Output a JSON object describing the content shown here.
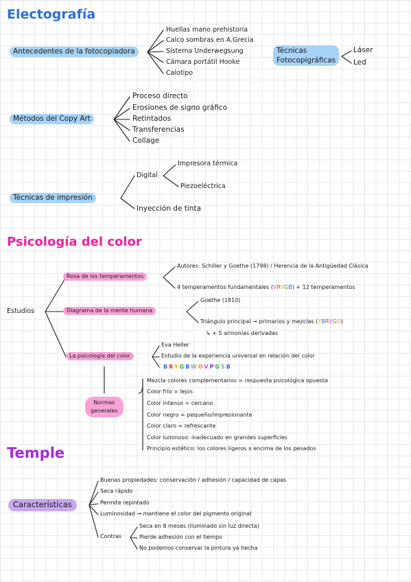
{
  "sections": {
    "electrografia": {
      "title": "Electografía",
      "color": "#2f6fd6",
      "antecedentes": {
        "label": "Antecedentes de la fotocopiadora",
        "items": [
          "Huellas mano prehistoria",
          "Calco sombras en A.Grecia",
          "Sistema Underwegsung",
          "Cámara portátil Hooke",
          "Calotipo"
        ]
      },
      "tecnicas_foto": {
        "label_1": "Técnicas",
        "label_2": "Fotocopigráficas",
        "items": [
          "Láser",
          "Led"
        ]
      },
      "metodos": {
        "label": "Métodos del Copy Art",
        "items": [
          "Proceso directo",
          "Erosiones de signo gráfico",
          "Retintados",
          "Transferencias",
          "Collage"
        ]
      },
      "impresion": {
        "label": "Técnicas de impresión",
        "digital": "Digital",
        "digital_items": [
          "Impresora térmica",
          "Piezoeléctrica"
        ],
        "inyeccion": "Inyección de tinta"
      }
    },
    "psicologia": {
      "title": "Psicología del color",
      "color": "#e5279e",
      "root": "Estudios",
      "rosa": {
        "label": "Rosa de los temperamentos",
        "autores": "Autores: Schiller y Goethe (1798) / Herencia de la Antigüedad Clásica",
        "temp_pre": "4 temperamentos fundamentales (",
        "temp_letters": [
          "V",
          "R",
          "V",
          "G",
          "B"
        ],
        "temp_post": ") + 12 temperamentos"
      },
      "diagrama": {
        "label": "Diagrama de la mente humana",
        "goethe": "Goethe (1810)",
        "tri_pre": "Triángulo principal → primarios y mezclas (",
        "tri_letters": [
          "Y",
          "B",
          "R",
          "V",
          "G",
          "O"
        ],
        "tri_post": ")",
        "armonias": "↳ + 5 armonías derivadas"
      },
      "psicologia_color": {
        "label": "La psicología del color",
        "eva": "Eva Heller",
        "estudio": "Estudio de la experiencia universal en relación del color",
        "letters": [
          "B",
          "R",
          "Y",
          "G",
          "B",
          "W",
          "O",
          "V",
          "P",
          "G",
          "S",
          "B"
        ]
      },
      "normas": {
        "label_1": "Normas",
        "label_2": "generales",
        "items": [
          "Mezcla colores complementarios = respuesta psicológica opuesta",
          "Color frío = lejos",
          "Color intenso = cercano",
          "Color negro = pequeño/impresionante",
          "Color claro = refrescante",
          "Color luminoso: inadecuado en grandes superficies",
          "Principio estético: los colores ligeros x encima de los pesados"
        ]
      }
    },
    "temple": {
      "title": "Temple",
      "color": "#a52bd6",
      "caracteristicas": {
        "label": "Características",
        "items": [
          "Buenas propiedades: conservación / adhesión / capacidad de capas",
          "Seca rápido",
          "Permite repintado",
          "Luminosidad → mantiene el color del pigmento original"
        ],
        "contras": "Contras",
        "contras_items": [
          "Seca en 8 meses (iluminado sin luz directa)",
          "Pierde adhesión con el tiempo",
          "No podemos conservar la pintura ya hecha"
        ]
      }
    }
  }
}
